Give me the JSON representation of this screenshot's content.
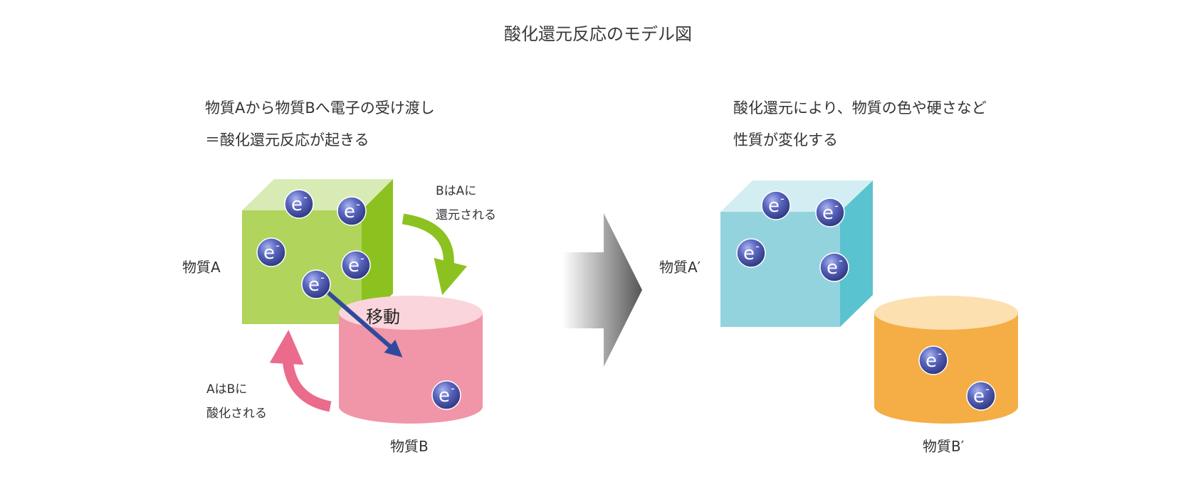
{
  "title": "酸化還元反応のモデル図",
  "left_panel": {
    "caption_line1": "物質Aから物質Bへ電子の受け渡し",
    "caption_line2": "＝酸化還元反応が起きる",
    "substance_a": "物質A",
    "substance_b": "物質B",
    "reduced_line1": "BはAに",
    "reduced_line2": "還元される",
    "oxidized_line1": "AはBに",
    "oxidized_line2": "酸化される",
    "move_label": "移動"
  },
  "right_panel": {
    "caption_line1": "酸化還元により、物質の色や硬さなど",
    "caption_line2": "性質が変化する",
    "substance_a_prime": "物質A′",
    "substance_b_prime": "物質B′"
  },
  "electron_symbol": "e",
  "electron_charge": "-",
  "colors": {
    "cube_a_front": "#b0d45c",
    "cube_a_top": "#d9ebb5",
    "cube_a_side": "#8cc220",
    "cyl_b_body": "#f096a8",
    "cyl_b_top": "#fad5dc",
    "cube_a_prime_front": "#93d3de",
    "cube_a_prime_top": "#d3eef2",
    "cube_a_prime_side": "#5ac3d0",
    "cyl_b_prime_body": "#f5ad45",
    "cyl_b_prime_top": "#fde0b0",
    "electron": "#4a55aa",
    "move_arrow": "#2f4a9c",
    "reduce_arrow": "#8cc220",
    "oxidize_arrow": "#ea6b8c"
  }
}
